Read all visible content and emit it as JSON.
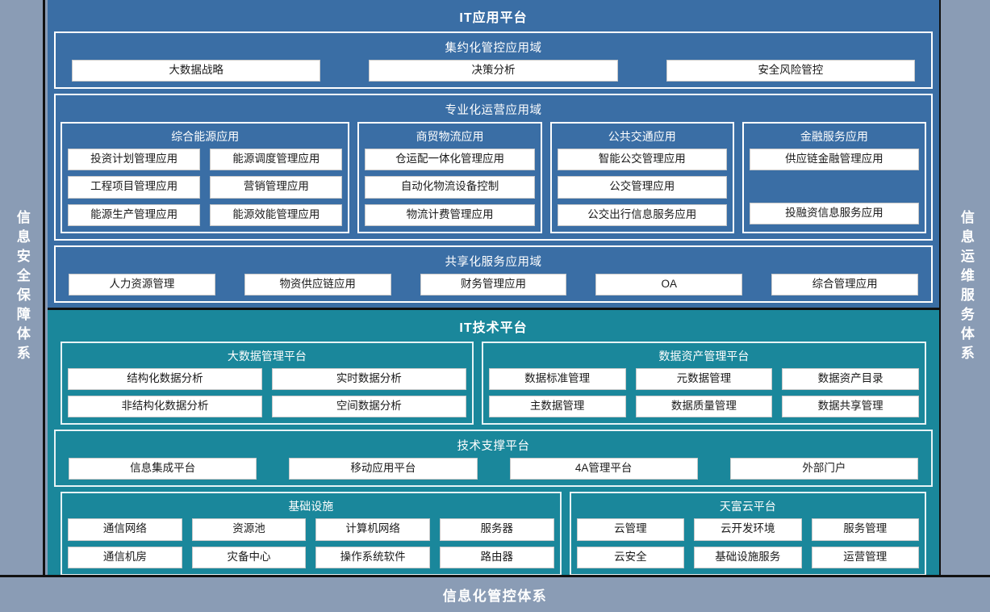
{
  "rails": {
    "left": {
      "name": "information-security-system",
      "label": "信息安全保障体系"
    },
    "right": {
      "name": "it-operations-service-system",
      "label": "信息运维服务体系"
    }
  },
  "bottom_band": {
    "label": "信息化管控体系"
  },
  "platforms": [
    {
      "id": "it-application-platform",
      "title": "IT应用平台",
      "color": "#3a6ea5",
      "domains": [
        {
          "id": "intensive-management-domain",
          "title": "集约化管控应用域",
          "layout": "flat",
          "items": [
            "大数据战略",
            "决策分析",
            "安全风险管控"
          ]
        },
        {
          "id": "specialized-operation-domain",
          "title": "专业化运营应用域",
          "layout": "groups",
          "groups": [
            {
              "id": "integrated-energy-application",
              "title": "综合能源应用",
              "columns": 2,
              "items": [
                "投资计划管理应用",
                "能源调度管理应用",
                "工程项目管理应用",
                "营销管理应用",
                "能源生产管理应用",
                "能源效能管理应用"
              ]
            },
            {
              "id": "commerce-logistics-application",
              "title": "商贸物流应用",
              "columns": 1,
              "items": [
                "仓运配一体化管理应用",
                "自动化物流设备控制",
                "物流计费管理应用"
              ]
            },
            {
              "id": "public-transport-application",
              "title": "公共交通应用",
              "columns": 1,
              "items": [
                "智能公交管理应用",
                "公交管理应用",
                "公交出行信息服务应用"
              ]
            },
            {
              "id": "financial-service-application",
              "title": "金融服务应用",
              "columns": 1,
              "items": [
                "供应链金融管理应用",
                "",
                "投融资信息服务应用"
              ]
            }
          ]
        },
        {
          "id": "shared-service-domain",
          "title": "共享化服务应用域",
          "layout": "flat",
          "items": [
            "人力资源管理",
            "物资供应链应用",
            "财务管理应用",
            "OA",
            "综合管理应用"
          ]
        }
      ]
    },
    {
      "id": "it-technology-platform",
      "title": "IT技术平台",
      "color": "#1a879b",
      "domains": [
        {
          "id": "data-platforms-row",
          "layout": "bare-groups",
          "groups": [
            {
              "id": "big-data-management-platform",
              "title": "大数据管理平台",
              "columns": 2,
              "items": [
                "结构化数据分析",
                "实时数据分析",
                "非结构化数据分析",
                "空间数据分析"
              ]
            },
            {
              "id": "data-asset-management-platform",
              "title": "数据资产管理平台",
              "columns": 3,
              "items": [
                "数据标准管理",
                "元数据管理",
                "数据资产目录",
                "主数据管理",
                "数据质量管理",
                "数据共享管理"
              ]
            }
          ]
        },
        {
          "id": "technical-support-platform",
          "title": "技术支撑平台",
          "layout": "flat",
          "items": [
            "信息集成平台",
            "移动应用平台",
            "4A管理平台",
            "外部门户"
          ]
        },
        {
          "id": "infrastructure-cloud-row",
          "layout": "bare-groups",
          "groups": [
            {
              "id": "infrastructure",
              "title": "基础设施",
              "columns": 4,
              "items": [
                "通信网络",
                "资源池",
                "计算机网络",
                "服务器",
                "通信机房",
                "灾备中心",
                "操作系统软件",
                "路由器"
              ]
            },
            {
              "id": "tianfu-cloud-platform",
              "title": "天富云平台",
              "columns": 3,
              "items": [
                "云管理",
                "云开发环境",
                "服务管理",
                "云安全",
                "基础设施服务",
                "运营管理"
              ]
            }
          ]
        }
      ]
    }
  ]
}
